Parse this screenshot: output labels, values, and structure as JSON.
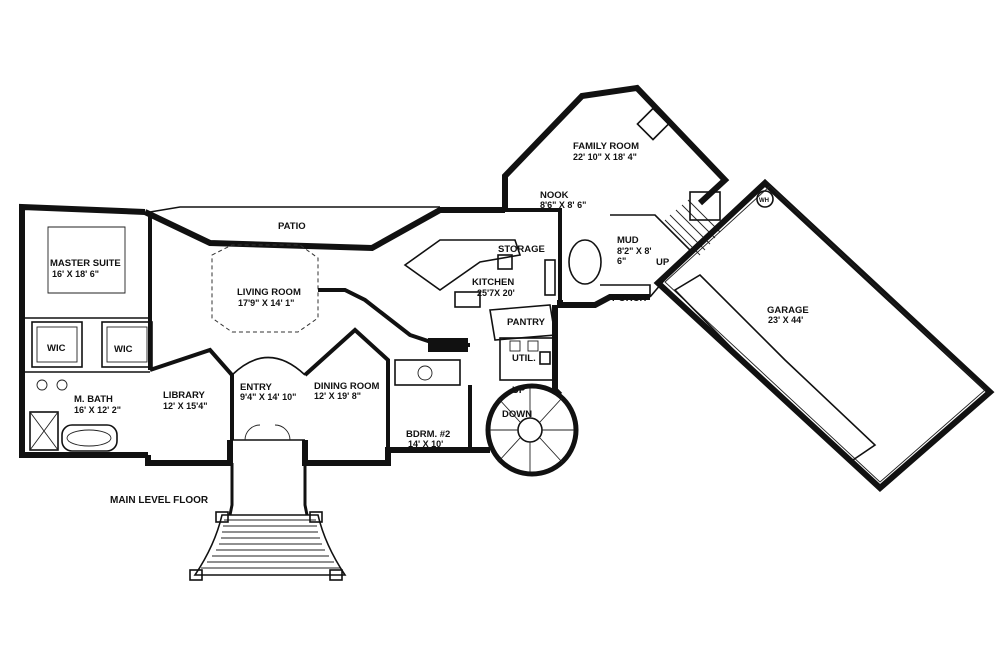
{
  "floor_title": "MAIN LEVEL FLOOR",
  "rooms": {
    "patio": {
      "name": "PATIO"
    },
    "master_suite": {
      "name": "MASTER SUITE",
      "dims": "16' X 18' 6\""
    },
    "wic_left": {
      "name": "WIC"
    },
    "wic_right": {
      "name": "WIC"
    },
    "m_bath": {
      "name": "M. BATH",
      "dims": "16' X 12' 2\""
    },
    "living_room": {
      "name": "LIVING ROOM",
      "dims": "17'9\" X 14' 1\""
    },
    "library": {
      "name": "LIBRARY",
      "dims": "12' X 15'4\""
    },
    "entry": {
      "name": "ENTRY",
      "dims": "9'4\" X 14' 10\""
    },
    "dining_room": {
      "name": "DINING ROOM",
      "dims": "12' X 19' 8\""
    },
    "kitchen": {
      "name": "KITCHEN",
      "dims": "25'7X 20'"
    },
    "storage": {
      "name": "STORAGE"
    },
    "pantry": {
      "name": "PANTRY"
    },
    "util": {
      "name": "UTIL."
    },
    "bdrm2": {
      "name": "BDRM. #2",
      "dims": "14' X 10'"
    },
    "nook": {
      "name": "NOOK",
      "dims": "8'6\" X 8' 6\""
    },
    "family_room": {
      "name": "FAMILY ROOM",
      "dims": "22' 10\" X 18' 4\""
    },
    "mud": {
      "name": "MUD",
      "dims": "8'2\" X 8'",
      "dims2": "6\""
    },
    "porch": {
      "name": "PORCH"
    },
    "garage": {
      "name": "GARAGE",
      "dims": "23' X 44'"
    }
  },
  "stair_labels": {
    "up_mud": "UP",
    "up_main": "UP",
    "down_main": "DOWN"
  },
  "fixtures": {
    "water_heater": "WH"
  }
}
